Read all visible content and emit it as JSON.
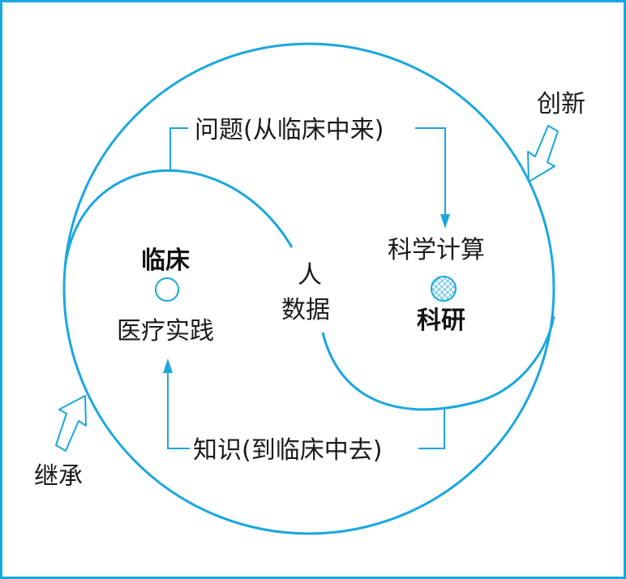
{
  "colors": {
    "line": "#1AA7DE",
    "text": "#1a1a1a",
    "background": "#ffffff"
  },
  "labels": {
    "top_question": "问题(从临床中来)",
    "bottom_knowledge": "知识(到临床中去)",
    "clinic_title": "临床",
    "clinic_subtitle": "医疗实践",
    "science_title": "科学计算",
    "science_subtitle": "科研",
    "center_top": "人",
    "center_bottom": "数据",
    "innovation": "创新",
    "inheritance": "继承"
  },
  "icons": {
    "clinic_marker": "hollow-circle-icon",
    "research_marker": "crosshatch-circle-icon",
    "innovation_arrow": "hollow-arrow-icon",
    "inheritance_arrow": "hollow-arrow-icon"
  }
}
